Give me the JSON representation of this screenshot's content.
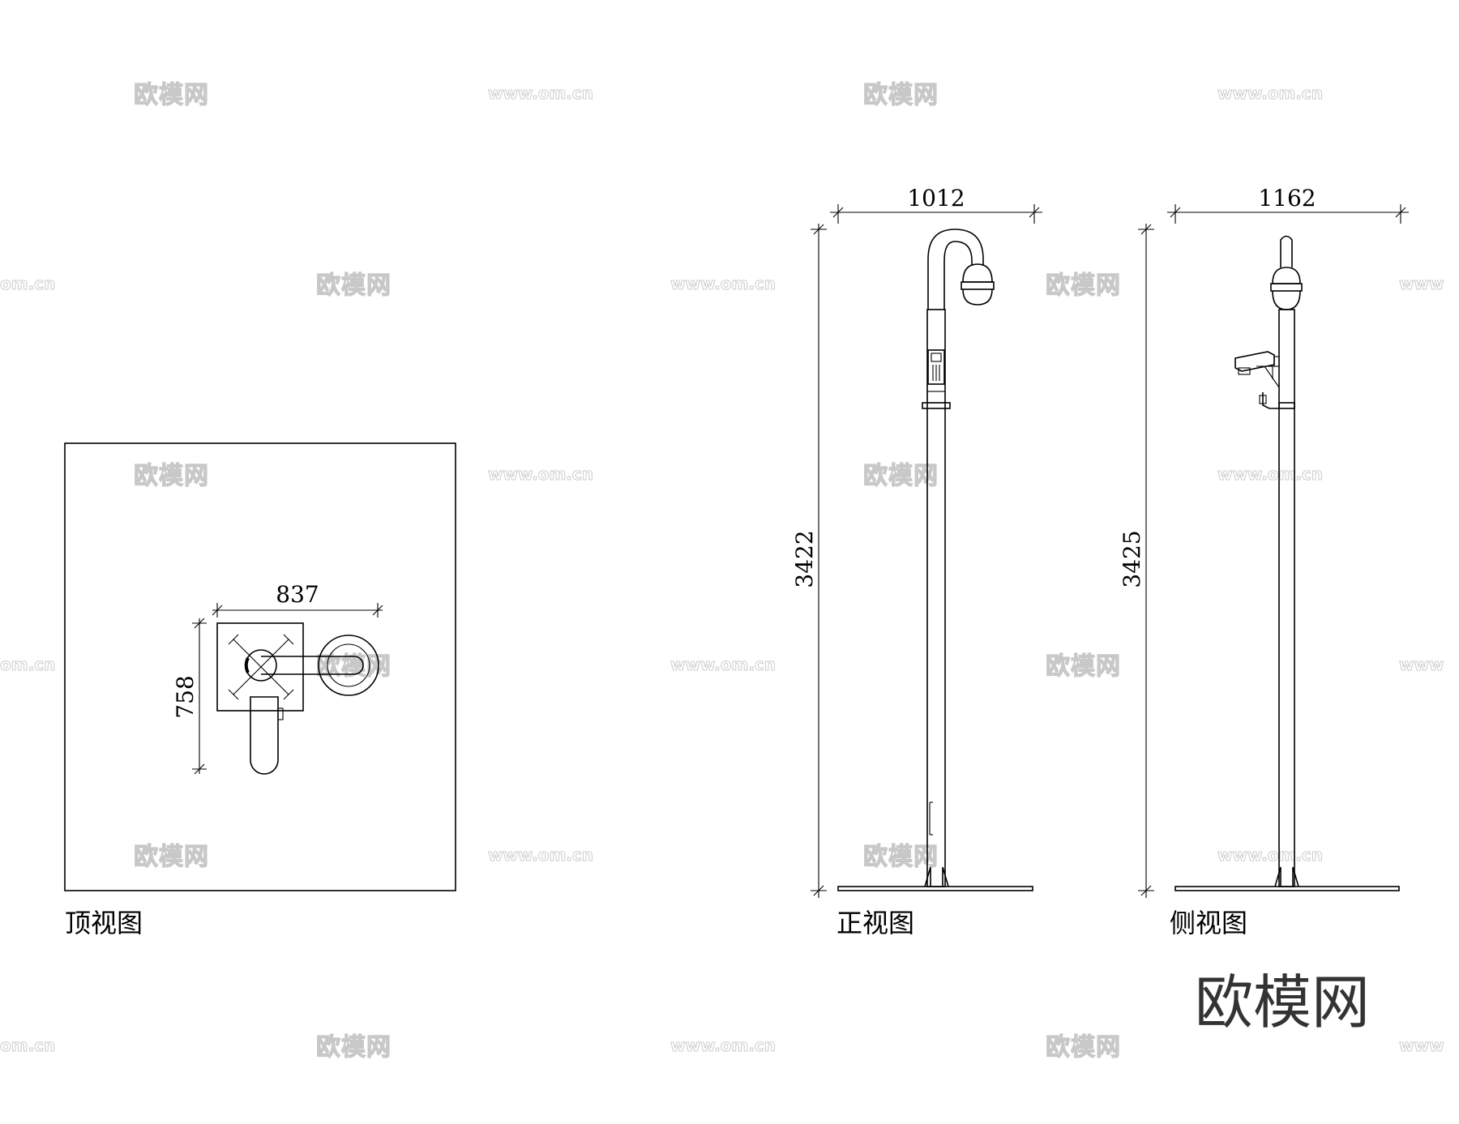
{
  "watermarks": {
    "cn": "欧模网",
    "url": "www.om.cn",
    "url_partial_left": "om.cn",
    "url_partial_right": "www"
  },
  "brand_text": "欧模网",
  "top_view": {
    "label": "顶视图",
    "dim_width": "837",
    "dim_height": "758"
  },
  "front_view": {
    "label": "正视图",
    "dim_width": "1012",
    "dim_height": "3422"
  },
  "side_view": {
    "label": "侧视图",
    "dim_width": "1162",
    "dim_height": "3425"
  }
}
